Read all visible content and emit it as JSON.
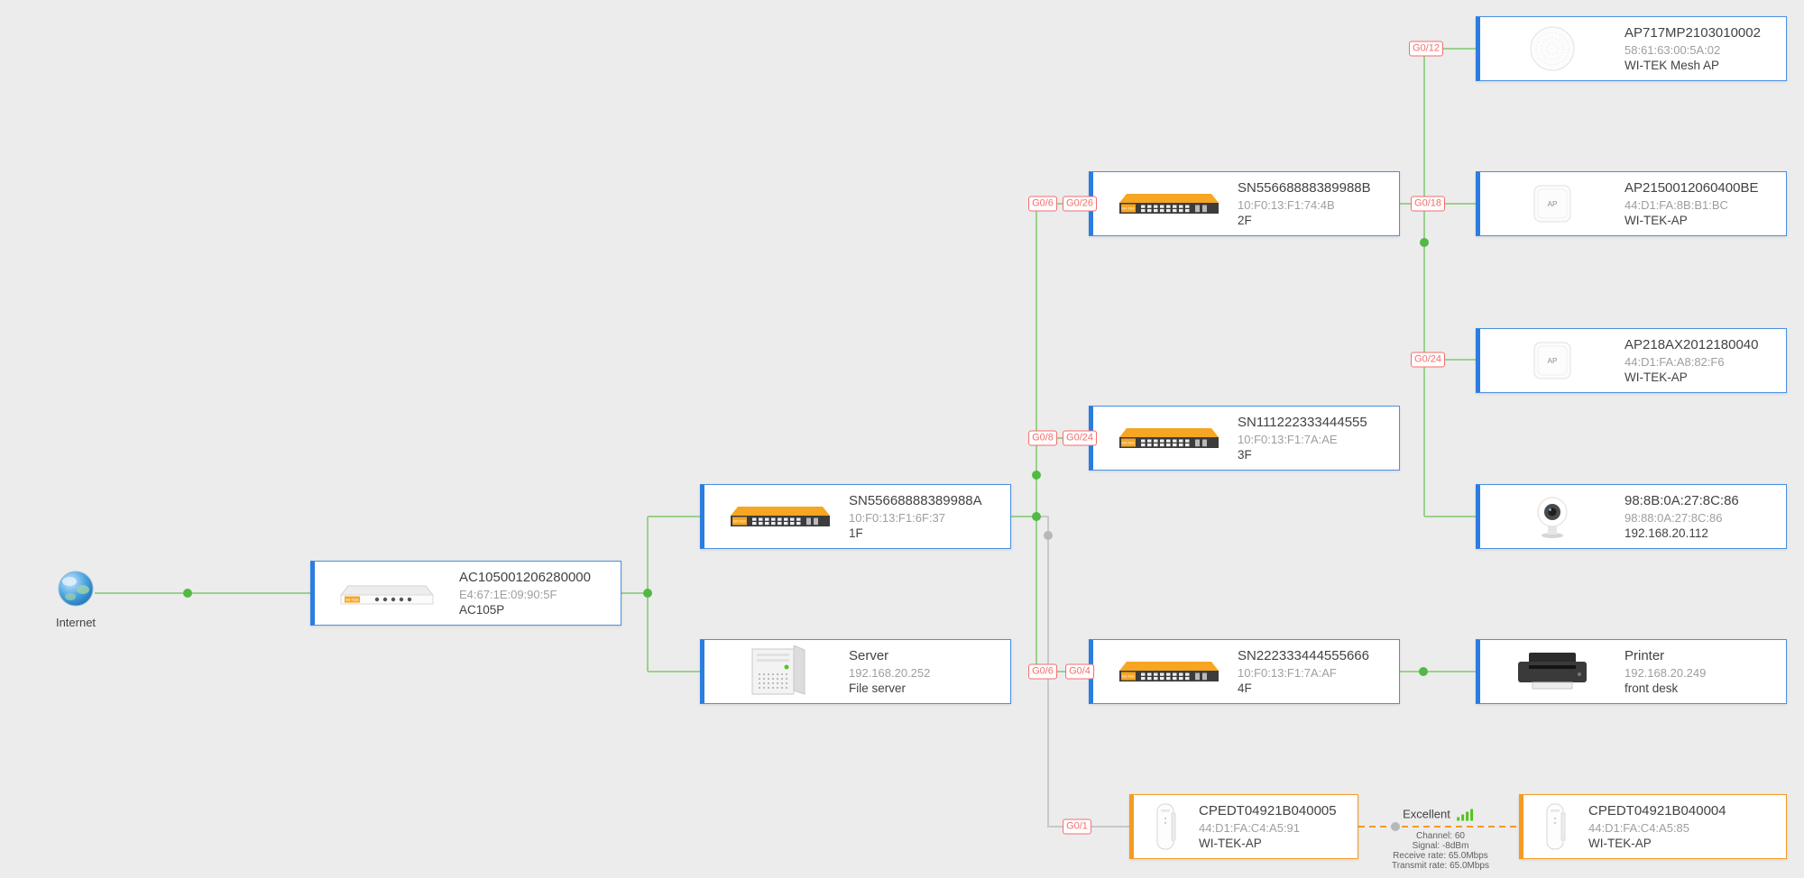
{
  "background": "#ececec",
  "internet": {
    "label": "Internet"
  },
  "devices": {
    "ac": {
      "line1": "AC105001206280000",
      "line2": "E4:67:1E:09:90:5F",
      "line3": "AC105P"
    },
    "sw1f": {
      "line1": "SN55668888389988A",
      "line2": "10:F0:13:F1:6F:37",
      "line3": "1F"
    },
    "server": {
      "line1": "Server",
      "line2": "192.168.20.252",
      "line3": "File server"
    },
    "sw2f": {
      "line1": "SN55668888389988B",
      "line2": "10:F0:13:F1:74:4B",
      "line3": "2F"
    },
    "sw3f": {
      "line1": "SN111222333444555",
      "line2": "10:F0:13:F1:7A:AE",
      "line3": "3F"
    },
    "sw4f": {
      "line1": "SN222333444555666",
      "line2": "10:F0:13:F1:7A:AF",
      "line3": "4F"
    },
    "meshap": {
      "line1": "AP717MP2103010002",
      "line2": "58:61:63:00:5A:02",
      "line3": "WI-TEK Mesh AP"
    },
    "ap2150": {
      "line1": "AP2150012060400BE",
      "line2": "44:D1:FA:8B:B1:BC",
      "line3": "WI-TEK-AP"
    },
    "ap218": {
      "line1": "AP218AX2012180040",
      "line2": "44:D1:FA:A8:82:F6",
      "line3": "WI-TEK-AP"
    },
    "camera": {
      "line1": "98:8B:0A:27:8C:86",
      "line2": "98:88:0A:27:8C:86",
      "line3": "192.168.20.112"
    },
    "printer": {
      "line1": "Printer",
      "line2": "192.168.20.249",
      "line3": "front desk"
    },
    "cpe5": {
      "line1": "CPEDT04921B040005",
      "line2": "44:D1:FA:C4:A5:91",
      "line3": "WI-TEK-AP"
    },
    "cpe4": {
      "line1": "CPEDT04921B040004",
      "line2": "44:D1:FA:C4:A5:85",
      "line3": "WI-TEK-AP"
    }
  },
  "ports": {
    "p_mesh": "G0/12",
    "p_2f_a": "G0/6",
    "p_2f_b": "G0/26",
    "p_ap2150": "G0/18",
    "p_ap218": "G0/24",
    "p_3f_a": "G0/8",
    "p_3f_b": "G0/24",
    "p_4f_a": "G0/6",
    "p_4f_b": "G0/4",
    "p_cpe": "G0/1"
  },
  "wireless": {
    "quality": "Excellent",
    "channel": "Channel: 60",
    "signal": "Signal: -8dBm",
    "receive": "Receive rate: 65.0Mbps",
    "transmit": "Transmit rate: 65.0Mbps"
  },
  "icons": {
    "internet": "globe-icon",
    "router": "router-icon",
    "switch": "switch-icon",
    "server": "server-icon",
    "access_point": "ap-icon",
    "mesh_ap": "mesh-ap-icon",
    "camera": "camera-icon",
    "printer": "printer-icon",
    "cpe": "cpe-icon",
    "signal": "signal-bars-icon"
  },
  "colors": {
    "accent_blue": "#2b7de0",
    "accent_orange": "#f59a23",
    "link_green": "#9ad18b",
    "link_gray": "#c9c9c9",
    "dot_green": "#52b944",
    "port_red": "#f56c6c"
  }
}
